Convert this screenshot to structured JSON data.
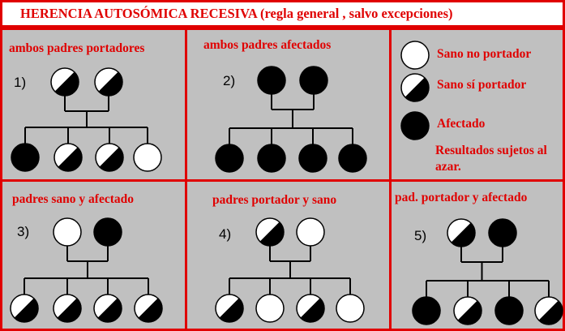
{
  "title": "HERENCIA AUTOSÓMICA RECESIVA (regla general , salvo excepciones)",
  "colors": {
    "border": "#e00000",
    "panel_bg": "#c0c0c0",
    "label": "#e00000",
    "symbol": "#000000"
  },
  "panels": [
    {
      "number": "1)",
      "title": "ambos padres portadores",
      "parents": [
        "portador",
        "portador"
      ],
      "children": [
        "afectado",
        "portador",
        "portador",
        "sano"
      ]
    },
    {
      "number": "2)",
      "title": "ambos padres afectados",
      "parents": [
        "afectado",
        "afectado"
      ],
      "children": [
        "afectado",
        "afectado",
        "afectado",
        "afectado"
      ]
    },
    {
      "number": "3)",
      "title": "padres sano y afectado",
      "parents": [
        "sano",
        "afectado"
      ],
      "children": [
        "portador",
        "portador",
        "portador",
        "portador"
      ]
    },
    {
      "number": "4)",
      "title": "padres portador y sano",
      "parents": [
        "portador",
        "sano"
      ],
      "children": [
        "portador",
        "sano",
        "portador",
        "sano"
      ]
    },
    {
      "number": "5)",
      "title": "pad. portador y afectado",
      "parents": [
        "portador",
        "afectado"
      ],
      "children": [
        "afectado",
        "portador",
        "afectado",
        "portador"
      ]
    }
  ],
  "legend": {
    "items": [
      {
        "symbol": "sano",
        "label": "Sano no portador"
      },
      {
        "symbol": "portador",
        "label": "Sano sí portador"
      },
      {
        "symbol": "afectado",
        "label": "Afectado"
      }
    ],
    "note": "Resultados sujetos al azar."
  }
}
